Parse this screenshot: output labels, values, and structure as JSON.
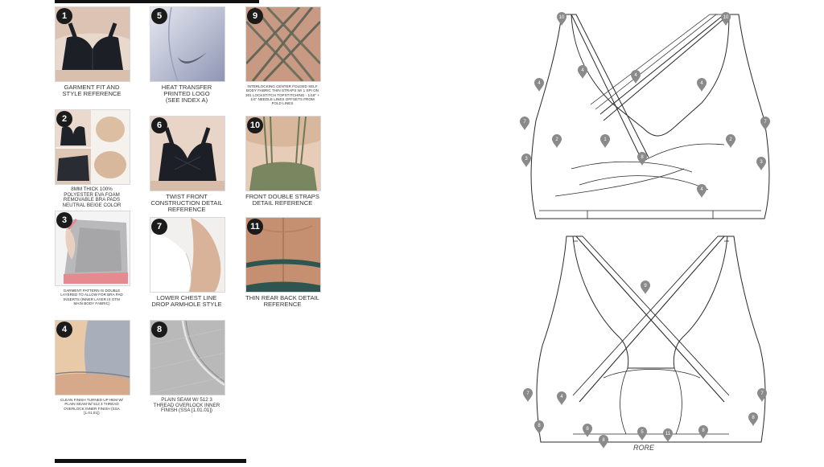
{
  "references": [
    {
      "number": "1",
      "caption": "GARMENT FIT AND\nSTYLE REFERENCE"
    },
    {
      "number": "2",
      "caption": "8MM THICK 100%\nPOLYESTER EVA FOAM\nREMOVABLE BRA PADS\nNEUTRAL BEIGE COLOR"
    },
    {
      "number": "3",
      "caption": "GARMENT PATTERN IS DOUBLE\nLAYERED TO ALLOW FOR BRA PAD\nINSERTS (INNER LAYER IS OTM\nMAIN BODY FABRIC)"
    },
    {
      "number": "4",
      "caption": "CLEAN FINISH TURNED UP HEM W/\nPLAIN SEAM W/ 512 3 THREAD\nOVERLOCK INNER FINISH (SSa\n[1.01.01])"
    },
    {
      "number": "5",
      "caption": "HEAT TRANSFER\nPRINTED LOGO\n(SEE INDEX A)"
    },
    {
      "number": "6",
      "caption": "TWIST FRONT\nCONSTRUCTION DETAIL\nREFERENCE"
    },
    {
      "number": "7",
      "caption": "LOWER CHEST LINE\nDROP ARMHOLE STYLE"
    },
    {
      "number": "8",
      "caption": "PLAIN SEAM W/ 512 3\nTHREAD OVERLOCK INNER\nFINISH (SSa [1.01.01])"
    },
    {
      "number": "9",
      "caption": "INTERLOCKING CENTER FOLDED SELF\nBODY FABRIC THIN STRAPS W/ 1 SPI ON\n301 LOCKSTITCH TOPSTITCHING - 1/16\" +\n1/4\" NEEDLE LINES OFFSETS FROM\nFOLD LINES"
    },
    {
      "number": "10",
      "caption": "FRONT DOUBLE STRAPS\nDETAIL REFERENCE"
    },
    {
      "number": "11",
      "caption": "THIN REAR BACK DETAIL\nREFERENCE"
    }
  ],
  "front_callouts": [
    "10",
    "10",
    "4",
    "4",
    "4",
    "4",
    "7",
    "7",
    "2",
    "1",
    "2",
    "3",
    "8",
    "3",
    "4"
  ],
  "back_callouts": [
    "9",
    "7",
    "7",
    "4",
    "8",
    "8",
    "8",
    "5",
    "11",
    "8",
    "8"
  ],
  "brand_mark": "RORE"
}
